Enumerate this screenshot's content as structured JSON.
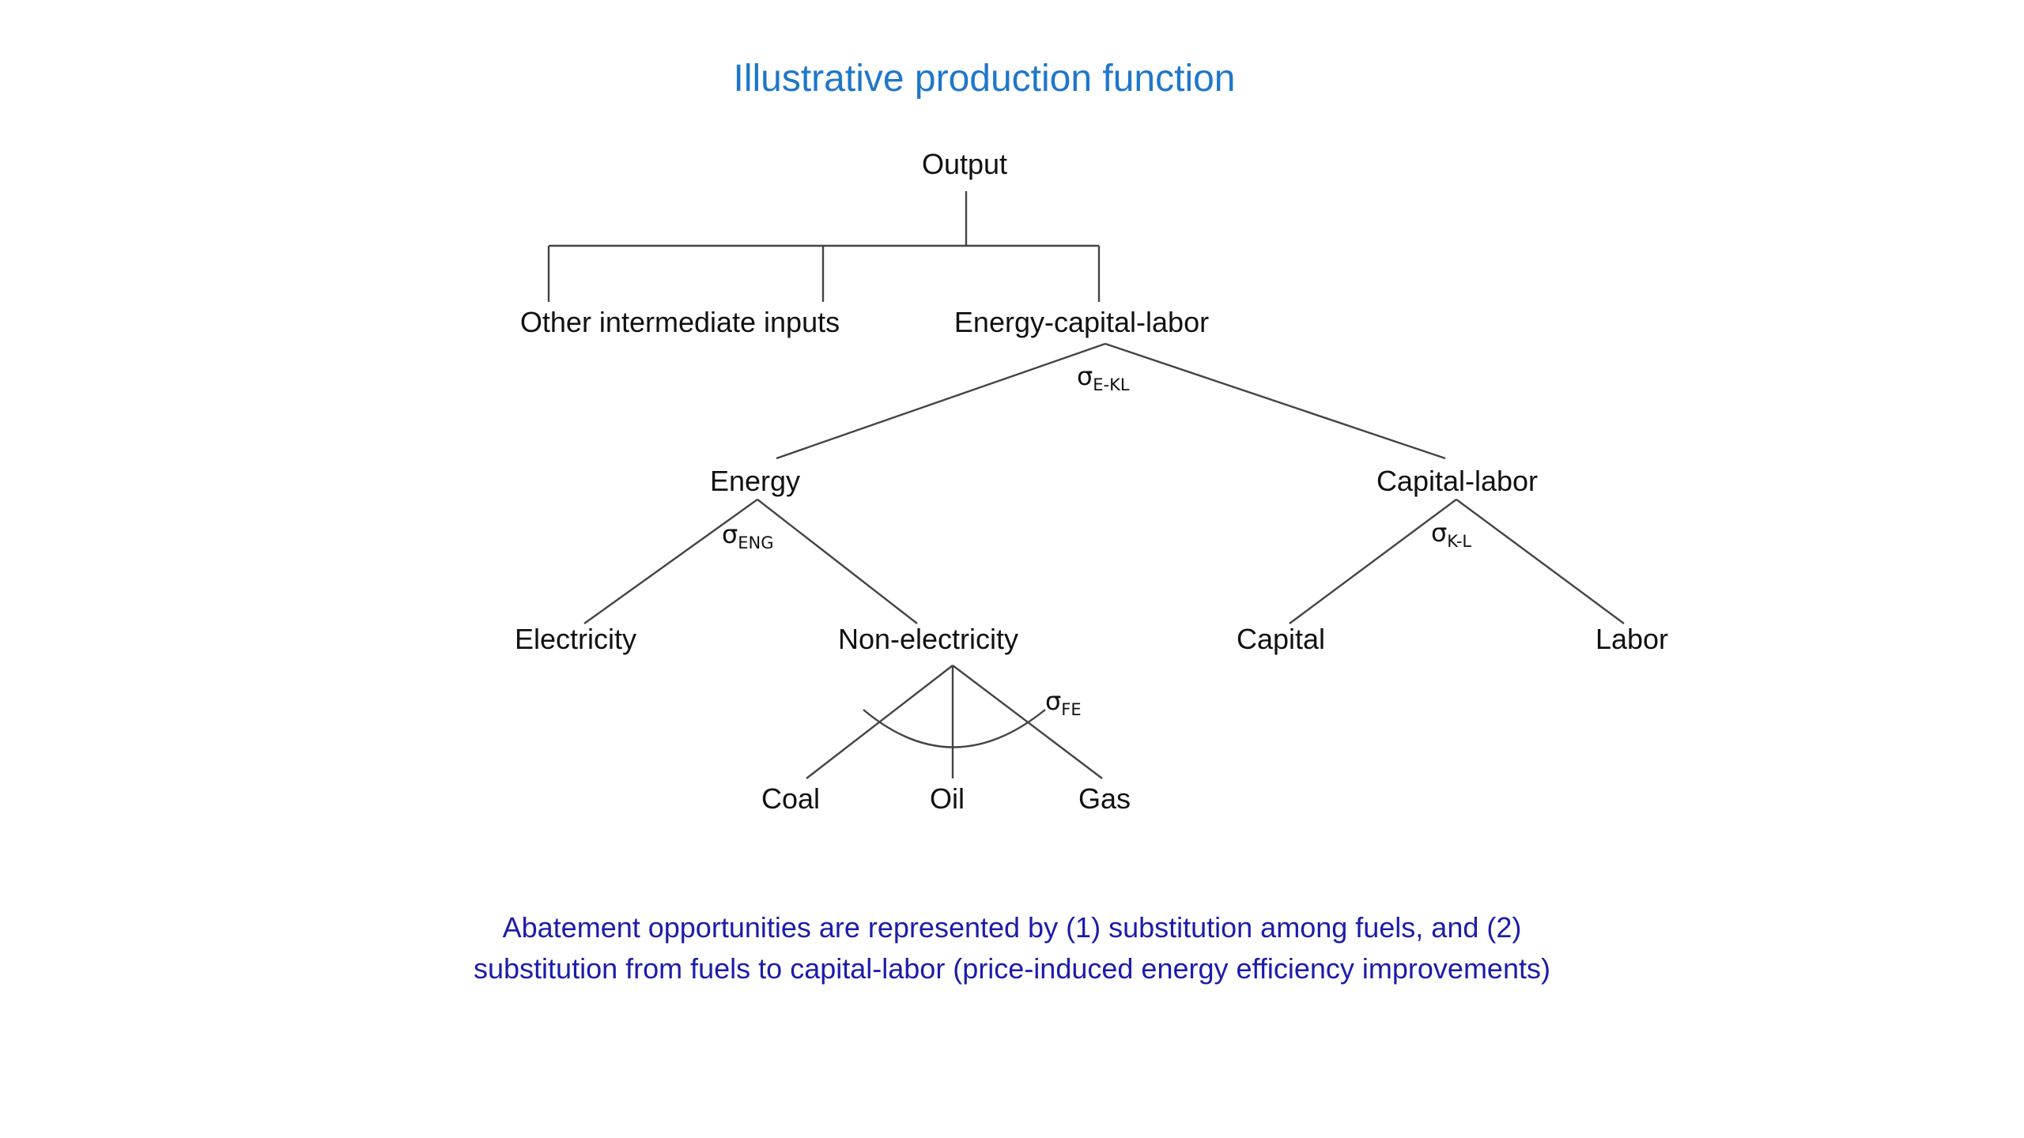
{
  "title": "Illustrative production function",
  "nodes": {
    "output": "Output",
    "other_intermediate_inputs": "Other intermediate inputs",
    "energy_capital_labor": "Energy-capital-labor",
    "energy": "Energy",
    "capital_labor": "Capital-labor",
    "electricity": "Electricity",
    "non_electricity": "Non-electricity",
    "capital": "Capital",
    "labor": "Labor",
    "coal": "Coal",
    "oil": "Oil",
    "gas": "Gas"
  },
  "elasticities": {
    "e_kl": {
      "symbol": "σ",
      "subscript": "E-KL"
    },
    "eng": {
      "symbol": "σ",
      "subscript": "ENG"
    },
    "k_l": {
      "symbol": "σ",
      "subscript": "K-L"
    },
    "fe": {
      "symbol": "σ",
      "subscript": "FE"
    }
  },
  "note": "Abatement opportunities are represented by (1) substitution among fuels, and (2) substitution from fuels to capital-labor (price-induced energy efficiency improvements)",
  "colors": {
    "title": "#1f77c9",
    "note": "#1c1cab",
    "text": "#111111",
    "lines": "#444444"
  }
}
